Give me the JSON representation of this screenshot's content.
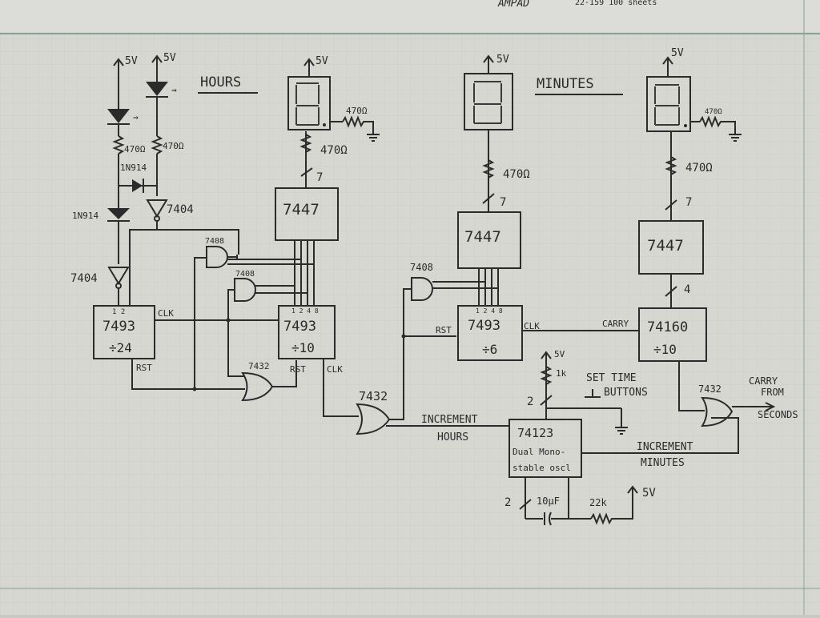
{
  "header": {
    "brand": "AMPAD",
    "sheet_code": "22-159 100 sheets"
  },
  "colors": {
    "paper": "#d7d7d2",
    "ink": "#2b2b2b",
    "grid": "#c4ccc8"
  },
  "sections": {
    "hours": "HOURS",
    "minutes": "MINUTES"
  },
  "power": {
    "v5": "5V"
  },
  "parts": {
    "r470": "470Ω",
    "r1k": "1k",
    "r22k": "22k",
    "c10": "10μF",
    "diode": "1N914",
    "not_gate": "7404",
    "and_gate": "7408",
    "or_gate": "7432",
    "decoder": "7447",
    "counter": "7493",
    "counter2": "74160",
    "mono": "74123",
    "mono_line1": "Dual Mono-",
    "mono_line2": "stable oscl"
  },
  "labels": {
    "div24": "÷24",
    "div10": "÷10",
    "div6": "÷6",
    "clk": "CLK",
    "rst": "RST",
    "carry": "CARRY",
    "pins_12": "1 2",
    "pins_1248": "1 2 4 8",
    "bus7": "7",
    "bus4": "4",
    "bus2": "2",
    "set_time": "SET TIME",
    "buttons": "BUTTONS",
    "increment": "INCREMENT",
    "hours_word": "HOURS",
    "minutes_word": "MINUTES",
    "carry_from": "CARRY",
    "from": "FROM",
    "seconds": "SECONDS"
  }
}
